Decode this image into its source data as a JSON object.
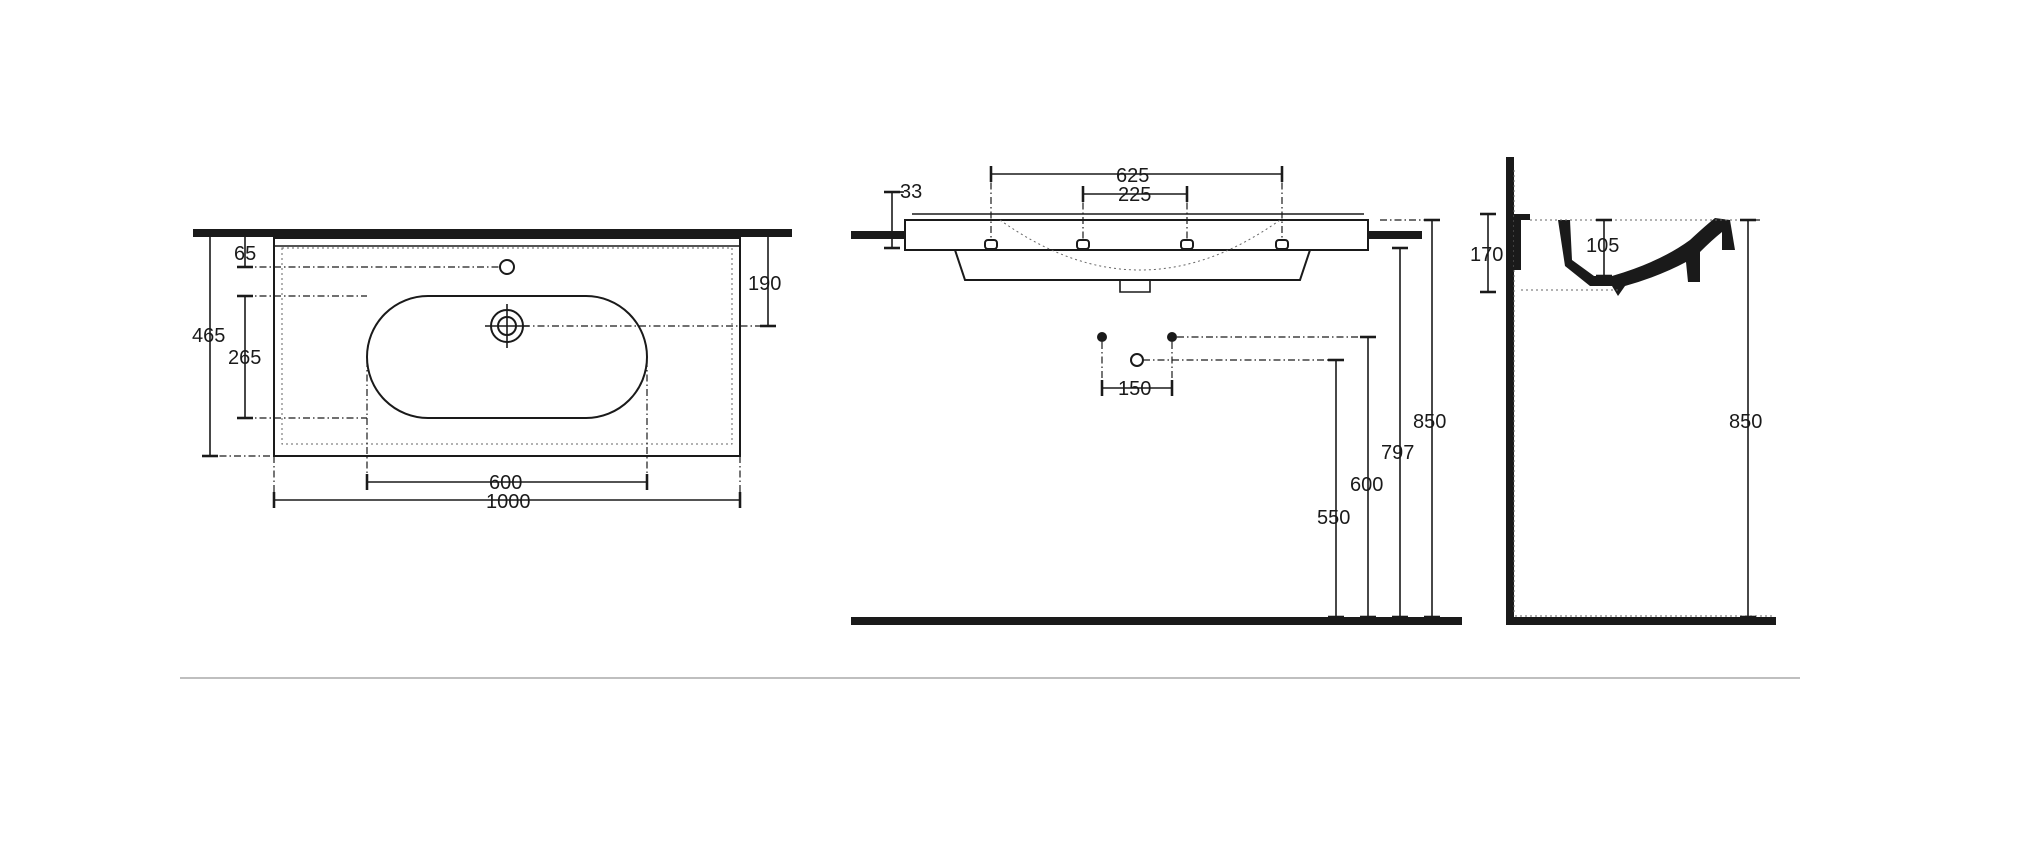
{
  "dimensions": {
    "top_view": {
      "width_total": "1000",
      "bowl_width": "600",
      "depth_total": "465",
      "bowl_depth": "265",
      "tap_hole_offset_front": "65",
      "tap_hole_offset_back": "190"
    },
    "front_view": {
      "rim_thickness": "33",
      "outer_hole_spacing": "625",
      "inner_hole_spacing": "225",
      "supply_spacing": "150",
      "height_counter": "850",
      "height_underside": "797",
      "height_supply": "600",
      "height_waste": "550"
    },
    "side_view": {
      "basin_height": "170",
      "bowl_depth": "105",
      "height_counter": "850"
    }
  }
}
